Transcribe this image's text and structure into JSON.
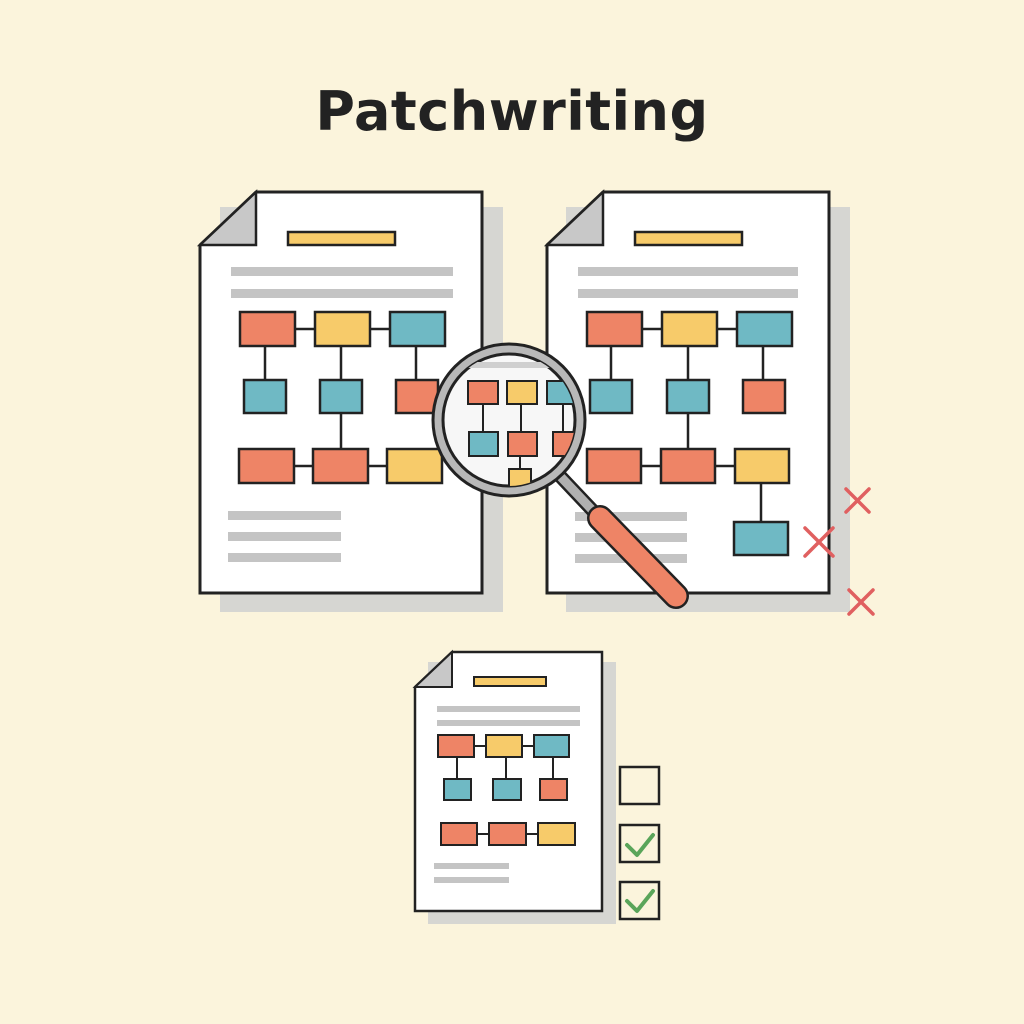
{
  "title": "Patchwriting",
  "colors": {
    "background": "#fbf4dc",
    "paper": "#ffffff",
    "outline": "#222222",
    "shadow": "#d6d6d2",
    "fold": "#c8c8c8",
    "text_line": "#c4c4c4",
    "red_box": "#ee8466",
    "yellow_box": "#f7cb6a",
    "teal_box": "#6fb9c4",
    "cross": "#e06060",
    "check": "#5aa55a"
  },
  "documents": [
    {
      "name": "original-document",
      "role": "source"
    },
    {
      "name": "patchwritten-document",
      "role": "copy"
    },
    {
      "name": "revised-document",
      "role": "corrected"
    }
  ],
  "markers": {
    "crosses": 3,
    "checkboxes": [
      {
        "checked": false
      },
      {
        "checked": true
      },
      {
        "checked": true
      }
    ]
  }
}
